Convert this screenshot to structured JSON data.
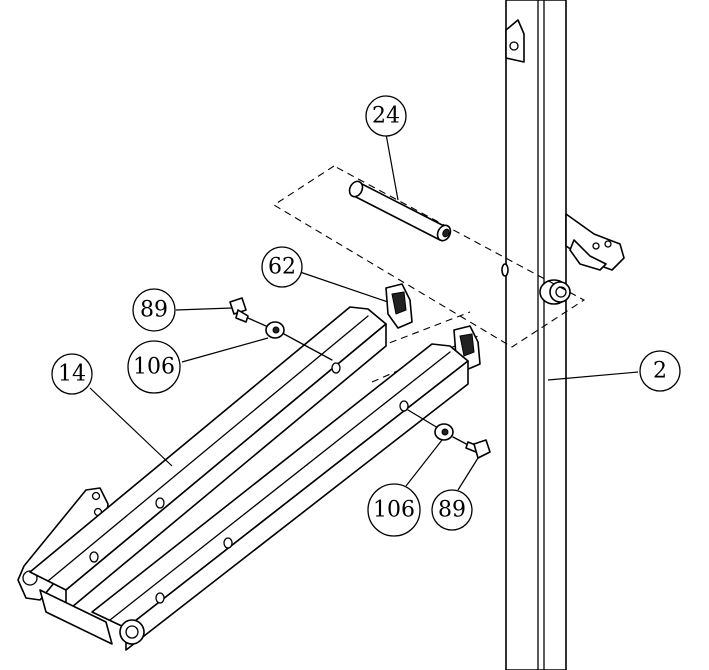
{
  "callouts": {
    "part_24": "24",
    "part_62": "62",
    "part_89_left": "89",
    "part_106_left": "106",
    "part_14": "14",
    "part_2": "2",
    "part_106_right": "106",
    "part_89_right": "89"
  },
  "colors": {
    "line": "#000000",
    "background": "#ffffff"
  }
}
